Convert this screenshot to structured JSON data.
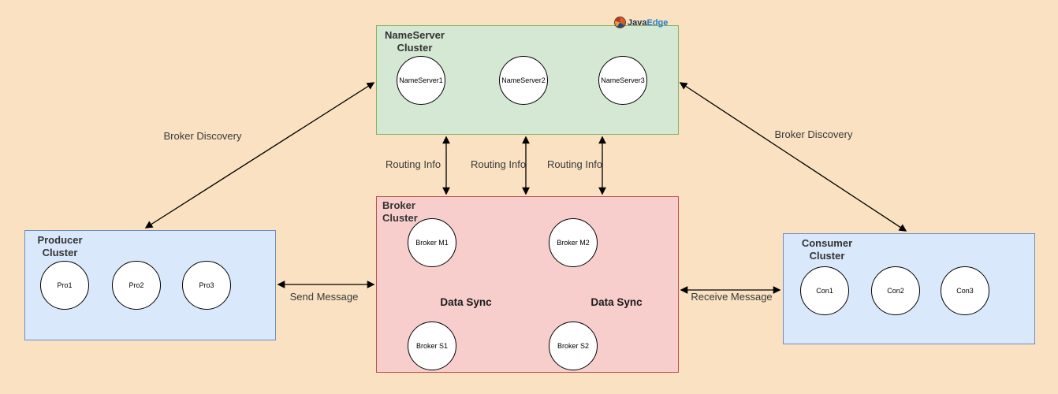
{
  "logo": {
    "brand_java": "Java",
    "brand_edge": "Edge"
  },
  "clusters": {
    "nameserver": {
      "title_line1": "NameServer",
      "title_line2": "Cluster",
      "nodes": [
        "NameServer1",
        "NameServer2",
        "NameServer3"
      ]
    },
    "broker": {
      "title_line1": "Broker",
      "title_line2": "Cluster",
      "nodes": [
        "Broker M1",
        "Broker M2",
        "Broker S1",
        "Broker S2"
      ]
    },
    "producer": {
      "title_line1": "Producer",
      "title_line2": "Cluster",
      "nodes": [
        "Pro1",
        "Pro2",
        "Pro3"
      ]
    },
    "consumer": {
      "title_line1": "Consumer",
      "title_line2": "Cluster",
      "nodes": [
        "Con1",
        "Con2",
        "Con3"
      ]
    }
  },
  "edge_labels": {
    "broker_discovery_left": "Broker Discovery",
    "broker_discovery_right": "Broker Discovery",
    "routing_info_1": "Routing Info",
    "routing_info_2": "Routing Info",
    "routing_info_3": "Routing Info",
    "send_message": "Send Message",
    "receive_message": "Receive Message",
    "data_sync_left": "Data Sync",
    "data_sync_right": "Data Sync"
  },
  "colors": {
    "background": "#f9e1c1",
    "nameserver_fill": "#d5e8d4",
    "nameserver_stroke": "#82b366",
    "broker_fill": "#f8cecc",
    "broker_stroke": "#b85450",
    "producer_consumer_fill": "#dae8fc",
    "producer_consumer_stroke": "#6c8ebf",
    "node_fill": "#ffffff",
    "node_stroke": "#000000",
    "arrow": "#000000",
    "logo_java": "#1c2e4a",
    "logo_edge": "#1f7bd1"
  }
}
